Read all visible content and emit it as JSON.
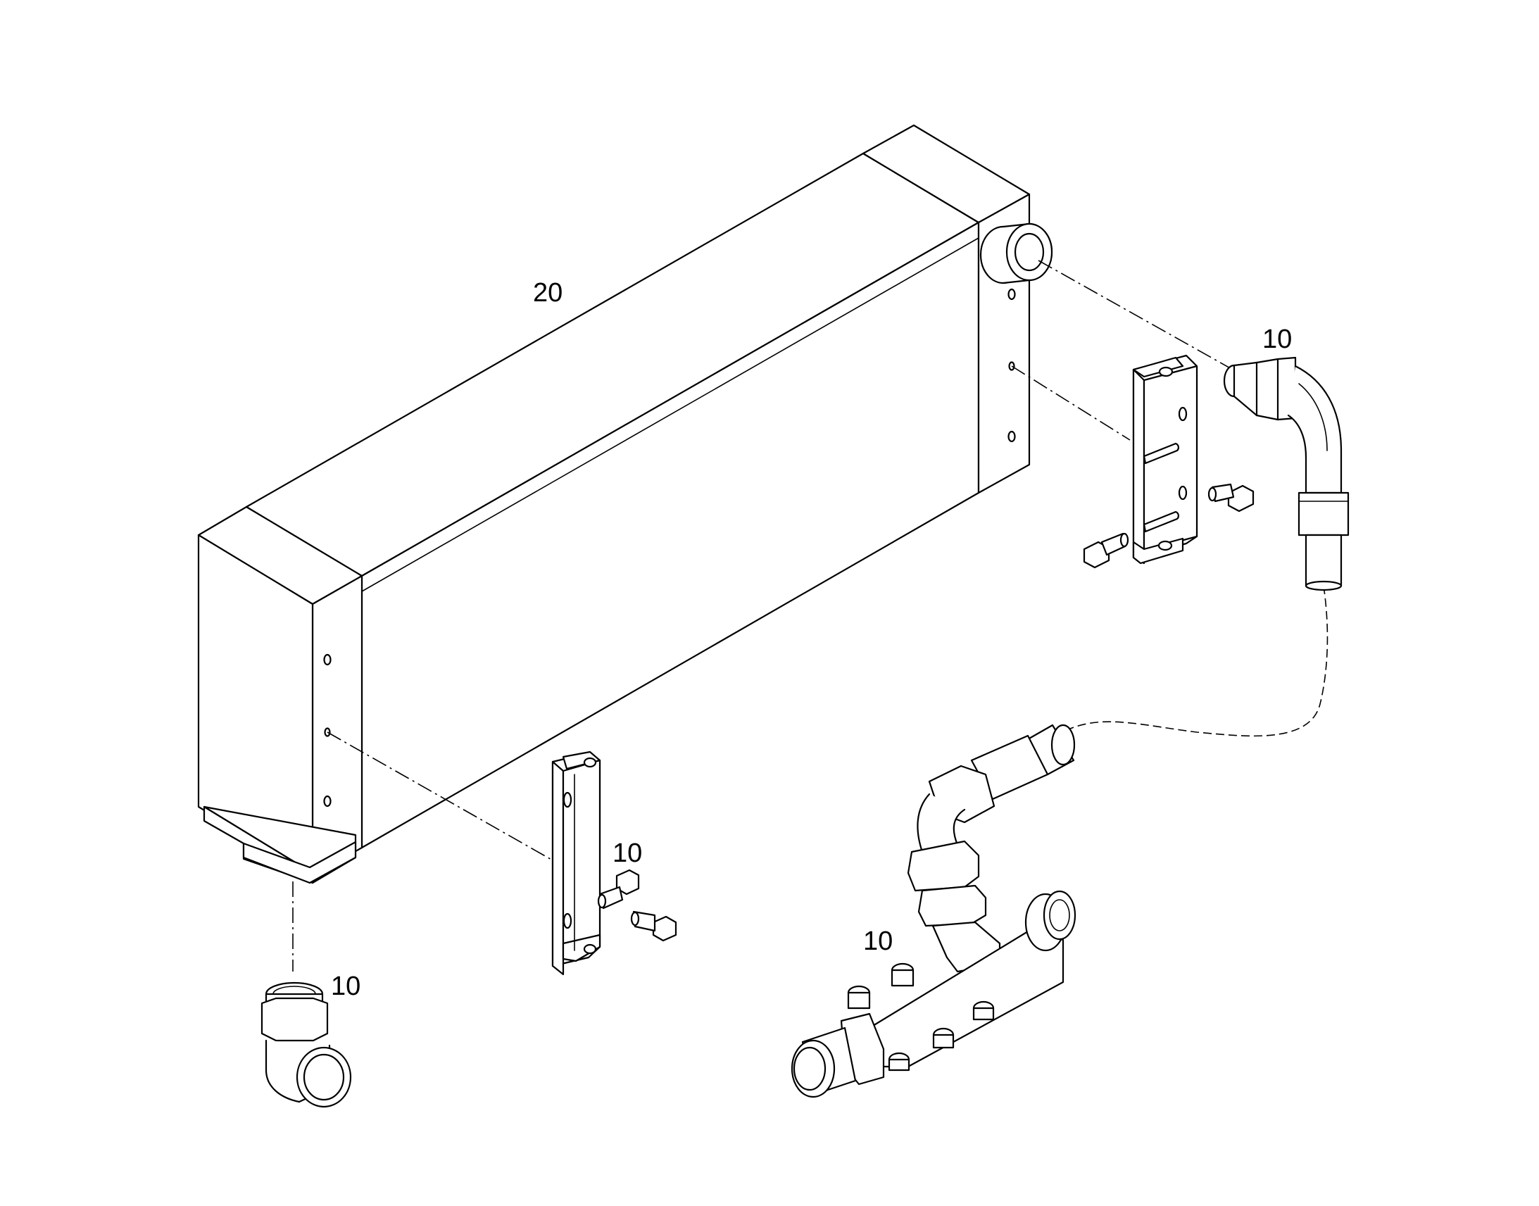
{
  "callouts": {
    "radiator": "20",
    "upper_elbow_hose": "10",
    "lower_bracket_bolts": "10",
    "lower_elbow_fitting": "10",
    "manifold": "10"
  }
}
